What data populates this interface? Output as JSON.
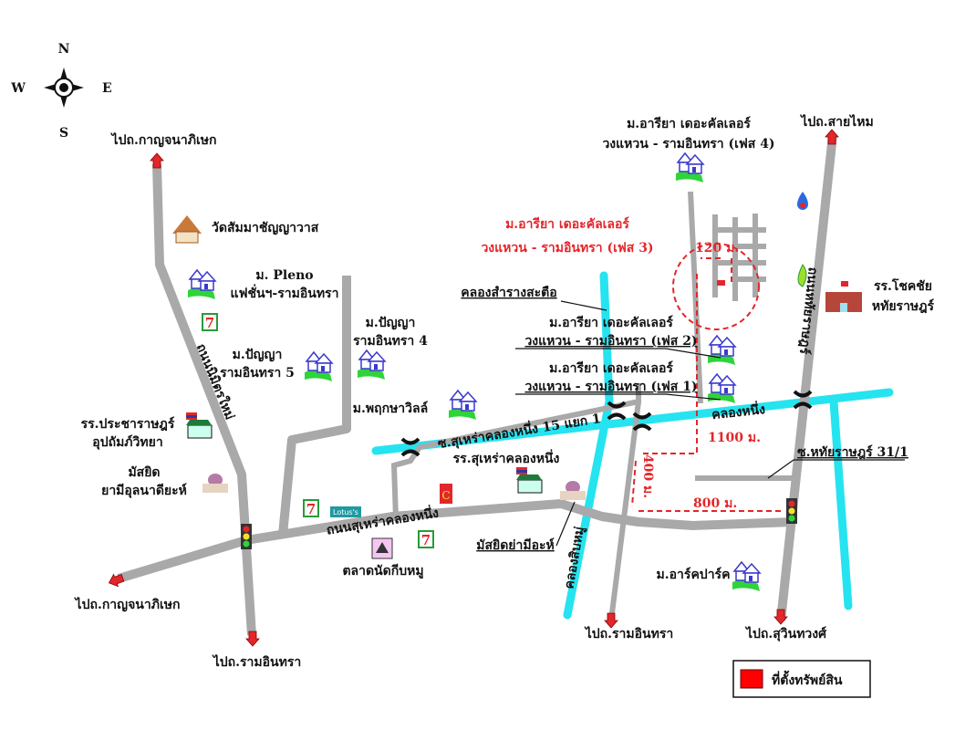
{
  "compass": {
    "n": "N",
    "s": "S",
    "e": "E",
    "w": "W"
  },
  "directions": {
    "to_kanchanaphisek_north": "ไปถ.กาญจนาภิเษก",
    "to_kanchanaphisek_west": "ไปถ.กาญจนาภิเษก",
    "to_ramintra_left": "ไปถ.รามอินทรา",
    "to_ramintra_center": "ไปถ.รามอินทรา",
    "to_sai_mai": "ไปถ.สายไหม",
    "to_suwinthawong": "ไปถ.สุวินทวงศ์"
  },
  "property": {
    "line1": "ม.อารียา เดอะคัลเลอร์",
    "line2": "วงแหวน - รามอินทรา (เฟส 3)"
  },
  "landmarks": {
    "phase4_l1": "ม.อารียา เดอะคัลเลอร์",
    "phase4_l2": "วงแหวน - รามอินทรา (เฟส 4)",
    "phase2_l1": "ม.อารียา เดอะคัลเลอร์",
    "phase2_l2": "วงแหวน - รามอินทรา (เฟส 2)",
    "phase1_l1": "ม.อารียา เดอะคัลเลอร์",
    "phase1_l2": "วงแหวน - รามอินทรา (เฟส 1)",
    "temple": "วัดสัมมาชัญญาวาส",
    "pleno_l1": "ม. Pleno",
    "pleno_l2": "แฟชั่นฯ-รามอินทรา",
    "panya4_l1": "ม.ปัญญา",
    "panya4_l2": "รามอินทรา 4",
    "panya5_l1": "ม.ปัญญา",
    "panya5_l2": "รามอินทรา 5",
    "pruksa": "ม.พฤกษาวิลล์",
    "school_pracharat_l1": "รร.ประชาราษฎร์",
    "school_pracharat_l2": "อุปถัมภ์วิทยา",
    "mosque_l1": "มัสยิด",
    "mosque_l2": "ยามีอุลนาดียะห์",
    "school_surao": "รร.สุเหร่าคลองหนึ่ง",
    "mosque_yamiah": "มัสยิดย่ามีอะห์",
    "market": "ตลาดนัดกีบหมู",
    "arcpark": "ม.อาร์คปาร์ค",
    "school_chokchai_l1": "รร.โชคชัย",
    "school_chokchai_l2": "หทัยราษฎร์",
    "lotus": "Lotus's"
  },
  "roads": {
    "nimit": "ถนนนิมิตรใหม่",
    "hathai": "ถนนหทัยราษฎร์",
    "surao_road": "ถนนสุเหร่าคลองหนึ่ง",
    "soi_surao": "ซ.สุเหร่าคลองหนึ่ง 15 แยก 1",
    "soi_hathai": "ซ.หทัยราษฎร์ 31/1"
  },
  "canals": {
    "samrong": "คลองสำรางสะตือ",
    "khlong_nueng": "คลองหนึ่ง",
    "khlong_sip": "คลองสิบหมู่"
  },
  "distances": {
    "d120": "120 ม.",
    "d1100": "1100 ม.",
    "d400": "400 ม.",
    "d800": "800 ม."
  },
  "legend": {
    "label": "ที่ตั้งทรัพย์สิน",
    "color": "#ff0000"
  },
  "colors": {
    "road": "#a9a9a9",
    "canal": "#26e3f0",
    "accent": "#e3262b"
  }
}
